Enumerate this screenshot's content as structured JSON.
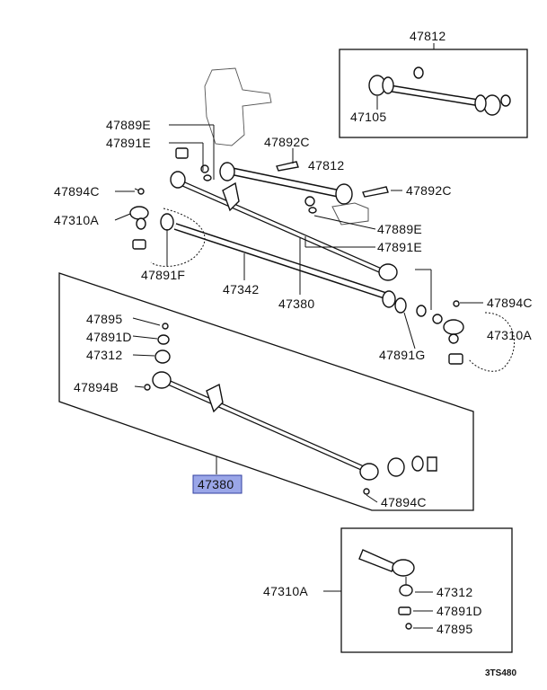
{
  "labels": {
    "l47812_top": "47812",
    "l47105": "47105",
    "l47889E_a": "47889E",
    "l47891E_a": "47891E",
    "l47892C_a": "47892C",
    "l47812_mid": "47812",
    "l47894C_a": "47894C",
    "l47892C_b": "47892C",
    "l47310A_a": "47310A",
    "l47889E_b": "47889E",
    "l47891E_b": "47891E",
    "l47891F": "47891F",
    "l47342": "47342",
    "l47380_a": "47380",
    "l47894C_b": "47894C",
    "l47895_a": "47895",
    "l47891D_a": "47891D",
    "l47312_a": "47312",
    "l47310A_b": "47310A",
    "l47891G": "47891G",
    "l47894B": "47894B",
    "l47380_hl": "47380",
    "l47894C_c": "47894C",
    "l47310A_c": "47310A",
    "l47312_b": "47312",
    "l47891D_b": "47891D",
    "l47895_b": "47895"
  },
  "diagram_code": "3TS480",
  "highlight_color": "#9aa6e8"
}
